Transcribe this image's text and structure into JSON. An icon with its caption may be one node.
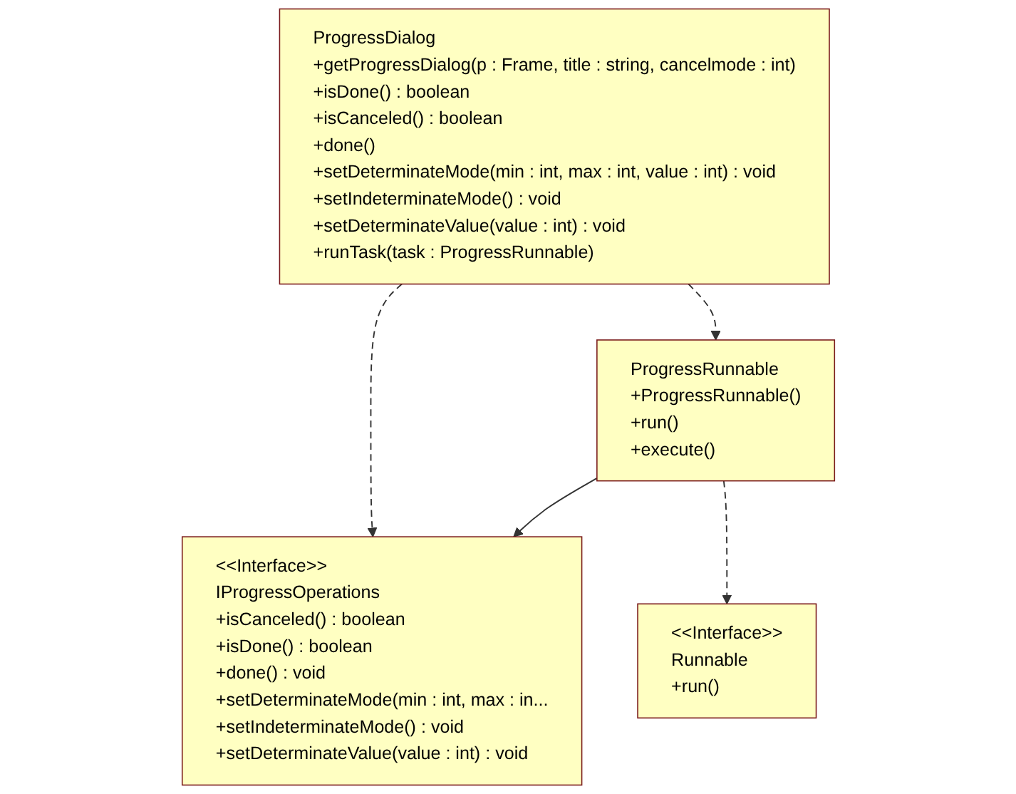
{
  "diagram": {
    "nodes": [
      {
        "text": [
          "ProgressDialog",
          "+getProgressDialog(p : Frame, title : string, cancelmode : int)",
          "+isDone() : boolean",
          "+isCanceled() : boolean",
          "+done()",
          "+setDeterminateMode(min : int, max : int, value : int) : void",
          "+setIndeterminateMode() : void",
          "+setDeterminateValue(value : int) : void",
          "+runTask(task : ProgressRunnable)"
        ]
      },
      {
        "text": [
          "<<Interface>>",
          "IProgressOperations",
          "+isCanceled() : boolean",
          "+isDone() : boolean",
          "+done() : void",
          "+setDeterminateMode(min : int, max : in...",
          "+setIndeterminateMode() : void",
          "+setDeterminateValue(value : int) : void"
        ]
      },
      {
        "text": [
          "ProgressRunnable",
          "+ProgressRunnable()",
          "+run()",
          "+execute()"
        ]
      },
      {
        "text": [
          "<<Interface>>",
          "Runnable",
          "+run()"
        ]
      }
    ],
    "edges": [
      {
        "from": 0,
        "to": 1,
        "arrow": "to",
        "style": "dashed"
      },
      {
        "from": 0,
        "to": 2,
        "arrow": "to",
        "style": "dashed"
      },
      {
        "from": 2,
        "to": 1,
        "arrow": "to"
      },
      {
        "from": 2,
        "to": 3,
        "arrow": "to",
        "style": "dashed"
      }
    ]
  }
}
